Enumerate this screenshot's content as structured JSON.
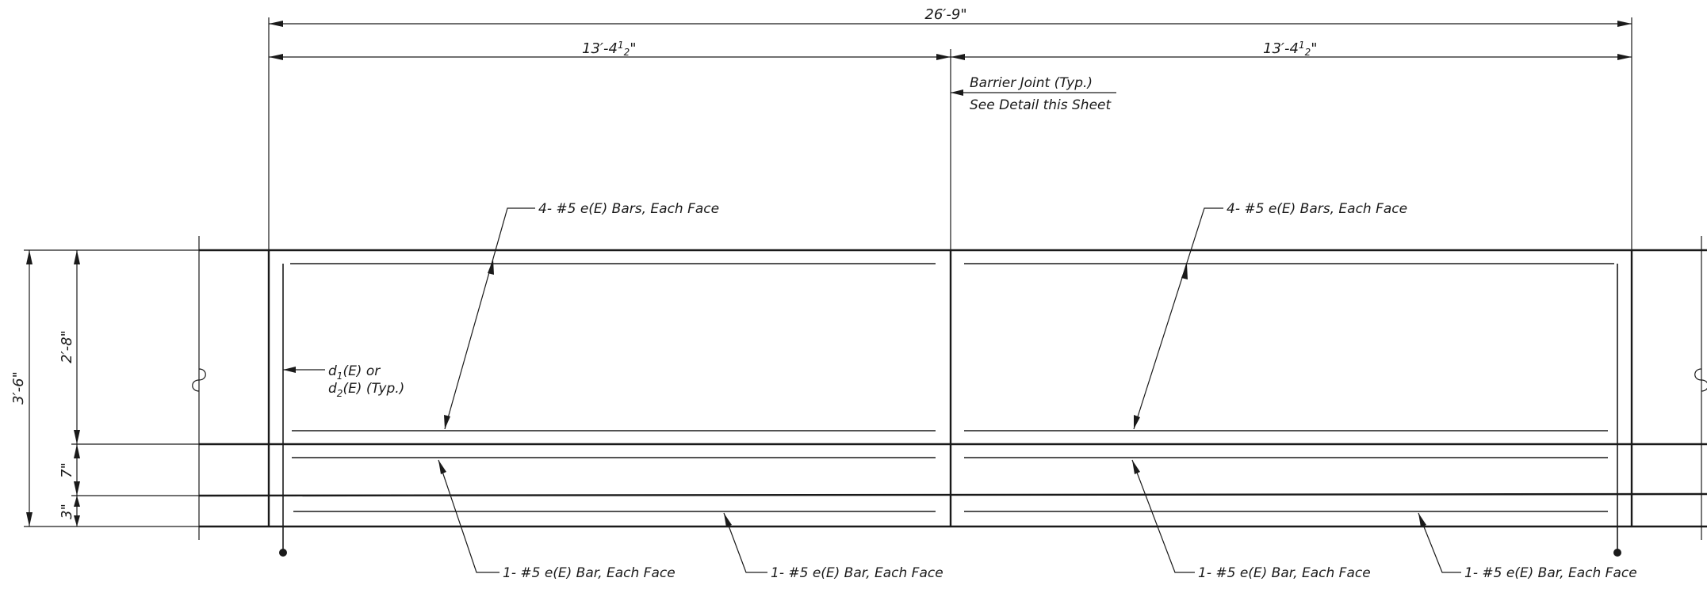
{
  "dimensions": {
    "overall_length": "26′-9\"",
    "left_half_prefix": "13′-4",
    "right_half_prefix": "13′-4",
    "half_fraction_num": "1",
    "half_fraction_den": "2",
    "half_suffix": "\"",
    "total_height": "3′-6\"",
    "upper_height": "2′-8\"",
    "middle_height": "7\"",
    "lower_height": "3\""
  },
  "callouts": {
    "joint_line1": "Barrier Joint (Typ.)",
    "joint_line2": "See Detail this Sheet",
    "bars_left": "4- #5 e(E) Bars, Each Face",
    "bars_right": "4- #5 e(E) Bars, Each Face",
    "cover_prefix_1": "d",
    "cover_sub_1": "1",
    "cover_rest_1": "(E) or",
    "cover_prefix_2": "d",
    "cover_sub_2": "2",
    "cover_rest_2": "(E) (Typ.)",
    "bar_bottom_1": "1- #5 e(E) Bar, Each Face",
    "bar_bottom_2": "1- #5 e(E) Bar, Each Face",
    "bar_bottom_3": "1- #5 e(E) Bar, Each Face",
    "bar_bottom_4": "1- #5 e(E) Bar, Each Face"
  }
}
